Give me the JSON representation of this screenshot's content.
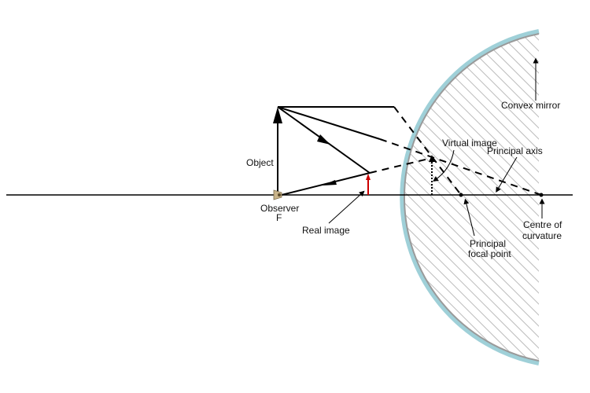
{
  "labels": {
    "convex_mirror": "Convex mirror",
    "virtual_image": "Virtual image",
    "principal_axis": "Principal axis",
    "object": "Object",
    "observer": "Observer",
    "focus_letter": "F",
    "real_image": "Real image",
    "principal_focal_point_1": "Principal",
    "principal_focal_point_2": "focal point",
    "centre_of_curvature_1": "Centre of",
    "centre_of_curvature_2": "curvature"
  },
  "colors": {
    "mirror_glass": "#9fd0d8",
    "mirror_back": "#9a9a9a",
    "hatch": "#bdbdbd",
    "ray": "#000000",
    "real_image_arrow": "#cc0000",
    "observer_icon": "#c9b48a"
  }
}
